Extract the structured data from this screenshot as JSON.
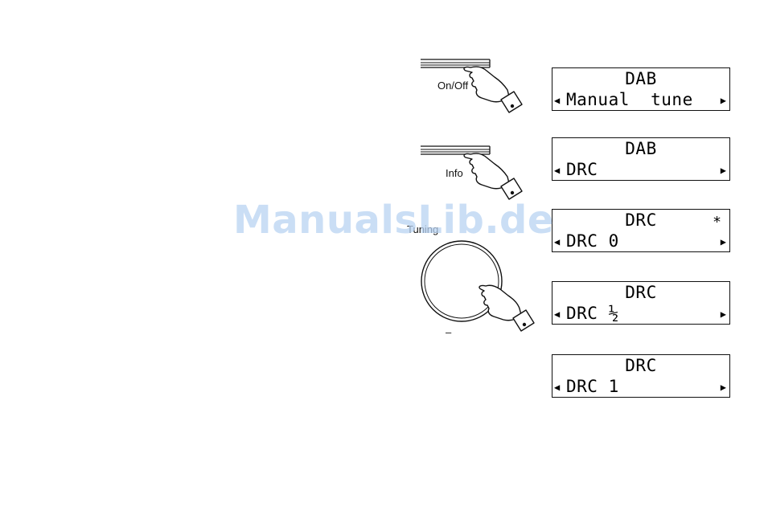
{
  "watermark": "ManualsLib.de",
  "controls": {
    "onoff_label": "On/Off",
    "info_label": "Info",
    "tuning_label": "Tuning",
    "minus_label": "–"
  },
  "displays": [
    {
      "line1": "DAB",
      "line2": "Manual  tune",
      "marker": ""
    },
    {
      "line1": "DAB",
      "line2": "DRC",
      "marker": ""
    },
    {
      "line1": "DRC",
      "line2": "DRC 0",
      "marker": "*"
    },
    {
      "line1": "DRC",
      "line2": "DRC ½",
      "marker": ""
    },
    {
      "line1": "DRC",
      "line2": "DRC 1",
      "marker": ""
    }
  ],
  "icons": {
    "left": "arrow-left-icon",
    "right": "arrow-right-icon",
    "hand": "pointing-hand-icon",
    "knob": "tuning-knob-icon"
  }
}
